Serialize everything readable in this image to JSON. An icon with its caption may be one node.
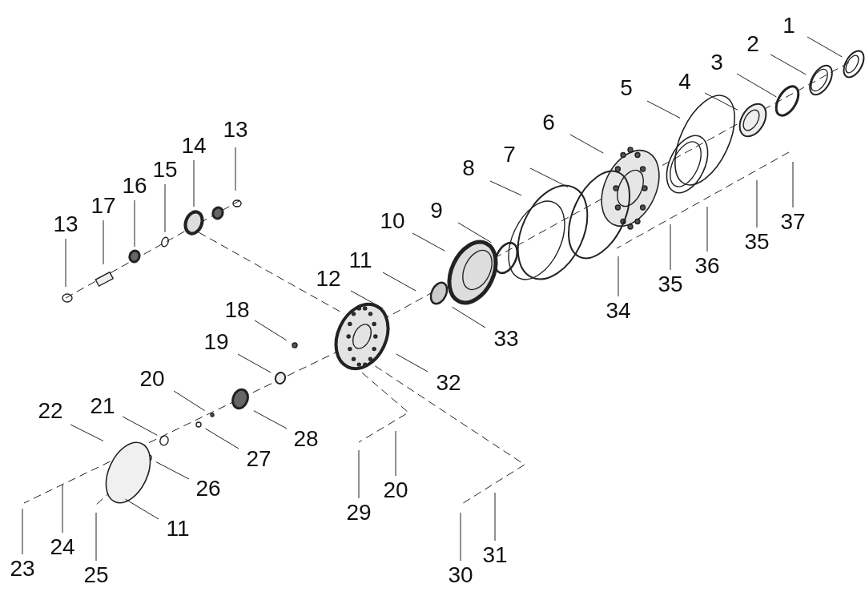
{
  "diagram": {
    "nodes": [
      {
        "text": [
          "1"
        ]
      },
      {
        "text": [
          "2"
        ]
      },
      {
        "text": [
          "3"
        ]
      },
      {
        "text": [
          "4"
        ]
      },
      {
        "text": [
          "5"
        ]
      },
      {
        "text": [
          "6"
        ]
      },
      {
        "text": [
          "7"
        ]
      },
      {
        "text": [
          "8"
        ]
      },
      {
        "text": [
          "9"
        ]
      },
      {
        "text": [
          "10"
        ]
      },
      {
        "text": [
          "11"
        ]
      },
      {
        "text": [
          "12"
        ]
      },
      {
        "text": [
          "13"
        ]
      },
      {
        "text": [
          "14"
        ]
      },
      {
        "text": [
          "15"
        ]
      },
      {
        "text": [
          "16"
        ]
      },
      {
        "text": [
          "17"
        ]
      },
      {
        "text": [
          "13"
        ]
      },
      {
        "text": [
          "18"
        ]
      },
      {
        "text": [
          "19"
        ]
      },
      {
        "text": [
          "20"
        ]
      },
      {
        "text": [
          "21"
        ]
      },
      {
        "text": [
          "22"
        ]
      },
      {
        "text": [
          "23"
        ]
      },
      {
        "text": [
          "24"
        ]
      },
      {
        "text": [
          "25"
        ]
      },
      {
        "text": [
          "11"
        ]
      },
      {
        "text": [
          "26"
        ]
      },
      {
        "text": [
          "27"
        ]
      },
      {
        "text": [
          "28"
        ]
      },
      {
        "text": [
          "29"
        ]
      },
      {
        "text": [
          "20"
        ]
      },
      {
        "text": [
          "30"
        ]
      },
      {
        "text": [
          "31"
        ]
      },
      {
        "text": [
          "32"
        ]
      },
      {
        "text": [
          "33"
        ]
      },
      {
        "text": [
          "34"
        ]
      },
      {
        "text": [
          "35"
        ]
      },
      {
        "text": [
          "36"
        ]
      },
      {
        "text": [
          "35"
        ]
      },
      {
        "text": [
          "37"
        ]
      }
    ],
    "edges": [
      {
        "from": 0,
        "to": null,
        "arrow": "none"
      },
      {
        "from": 1,
        "to": null,
        "arrow": "none"
      },
      {
        "from": 2,
        "to": null,
        "arrow": "none"
      },
      {
        "from": 3,
        "to": null,
        "arrow": "none"
      },
      {
        "from": 4,
        "to": null,
        "arrow": "none"
      },
      {
        "from": 5,
        "to": null,
        "arrow": "none"
      },
      {
        "from": 6,
        "to": null,
        "arrow": "none"
      },
      {
        "from": 7,
        "to": null,
        "arrow": "none"
      },
      {
        "from": 8,
        "to": null,
        "arrow": "none"
      },
      {
        "from": 9,
        "to": null,
        "arrow": "none"
      },
      {
        "from": 10,
        "to": null,
        "arrow": "none"
      },
      {
        "from": 11,
        "to": null,
        "arrow": "none"
      },
      {
        "from": 12,
        "to": null,
        "arrow": "none"
      },
      {
        "from": 13,
        "to": null,
        "arrow": "none"
      },
      {
        "from": 14,
        "to": null,
        "arrow": "none"
      },
      {
        "from": 15,
        "to": null,
        "arrow": "none"
      },
      {
        "from": 16,
        "to": null,
        "arrow": "none"
      },
      {
        "from": 17,
        "to": null,
        "arrow": "none"
      },
      {
        "from": 18,
        "to": null,
        "arrow": "none"
      },
      {
        "from": 19,
        "to": null,
        "arrow": "none"
      },
      {
        "from": 20,
        "to": null,
        "arrow": "none"
      },
      {
        "from": 21,
        "to": null,
        "arrow": "none"
      },
      {
        "from": 22,
        "to": null,
        "arrow": "none"
      },
      {
        "from": 23,
        "to": null,
        "arrow": "none"
      },
      {
        "from": 24,
        "to": null,
        "arrow": "none"
      },
      {
        "from": 25,
        "to": null,
        "arrow": "none"
      },
      {
        "from": 26,
        "to": null,
        "arrow": "none"
      },
      {
        "from": 27,
        "to": null,
        "arrow": "none"
      },
      {
        "from": 28,
        "to": null,
        "arrow": "none"
      },
      {
        "from": 29,
        "to": null,
        "arrow": "none"
      },
      {
        "from": 30,
        "to": null,
        "arrow": "none"
      },
      {
        "from": 31,
        "to": null,
        "arrow": "none"
      },
      {
        "from": 32,
        "to": null,
        "arrow": "none"
      },
      {
        "from": 33,
        "to": null,
        "arrow": "none"
      },
      {
        "from": 34,
        "to": null,
        "arrow": "none"
      },
      {
        "from": 35,
        "to": null,
        "arrow": "none"
      },
      {
        "from": 36,
        "to": null,
        "arrow": "none"
      },
      {
        "from": 37,
        "to": null,
        "arrow": "none"
      },
      {
        "from": 38,
        "to": null,
        "arrow": "none"
      },
      {
        "from": 39,
        "to": null,
        "arrow": "none"
      },
      {
        "from": 40,
        "to": null,
        "arrow": "none"
      }
    ]
  }
}
